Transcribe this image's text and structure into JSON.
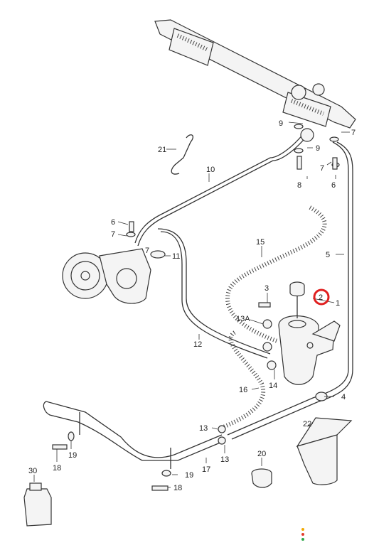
{
  "labels": {
    "l1": "1",
    "l2": "2",
    "l3": "3",
    "l4": "4",
    "l5": "5",
    "l6a": "6",
    "l6b": "6",
    "l7a": "7",
    "l7b": "7",
    "l7c": "7",
    "l7d": "7",
    "l8": "8",
    "l9a": "9",
    "l9b": "9",
    "l10": "10",
    "l11": "11",
    "l12": "12",
    "l13a": "13",
    "l13b": "13",
    "l13A": "13A",
    "l14": "14",
    "l15": "15",
    "l16": "16",
    "l17": "17",
    "l18a": "18",
    "l18b": "18",
    "l19a": "19",
    "l19b": "19",
    "l20": "20",
    "l21": "21",
    "l22": "22",
    "l30": "30"
  },
  "highlight": {
    "color": "#e02020",
    "target": "2"
  },
  "indicator_dots": [
    "#f2a900",
    "#e23b2e",
    "#2ea84a"
  ]
}
